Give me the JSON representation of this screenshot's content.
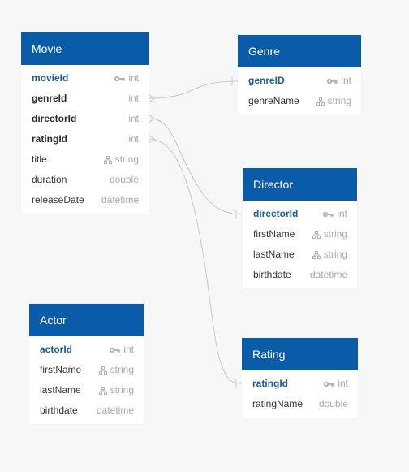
{
  "tables": {
    "movie": {
      "title": "Movie",
      "columns": [
        {
          "name": "movieId",
          "type": "int",
          "icon": "key-icon"
        },
        {
          "name": "genreId",
          "type": "int",
          "icon": ""
        },
        {
          "name": "directorId",
          "type": "int",
          "icon": ""
        },
        {
          "name": "ratingId",
          "type": "int",
          "icon": ""
        },
        {
          "name": "title",
          "type": "string",
          "icon": "hierarchy-icon"
        },
        {
          "name": "duration",
          "type": "double",
          "icon": ""
        },
        {
          "name": "releaseDate",
          "type": "datetime",
          "icon": ""
        }
      ]
    },
    "genre": {
      "title": "Genre",
      "columns": [
        {
          "name": "genreID",
          "type": "int",
          "icon": "key-icon"
        },
        {
          "name": "genreName",
          "type": "string",
          "icon": "hierarchy-icon"
        }
      ]
    },
    "director": {
      "title": "Director",
      "columns": [
        {
          "name": "directorId",
          "type": "int",
          "icon": "key-icon"
        },
        {
          "name": "firstName",
          "type": "string",
          "icon": "hierarchy-icon"
        },
        {
          "name": "lastName",
          "type": "string",
          "icon": "hierarchy-icon"
        },
        {
          "name": "birthdate",
          "type": "datetime",
          "icon": ""
        }
      ]
    },
    "actor": {
      "title": "Actor",
      "columns": [
        {
          "name": "actorId",
          "type": "int",
          "icon": "key-icon"
        },
        {
          "name": "firstName",
          "type": "string",
          "icon": "hierarchy-icon"
        },
        {
          "name": "lastName",
          "type": "string",
          "icon": "hierarchy-icon"
        },
        {
          "name": "birthdate",
          "type": "datetime",
          "icon": ""
        }
      ]
    },
    "rating": {
      "title": "Rating",
      "columns": [
        {
          "name": "ratingId",
          "type": "int",
          "icon": "key-icon"
        },
        {
          "name": "ratingName",
          "type": "double",
          "icon": ""
        }
      ]
    }
  },
  "relationships": [
    {
      "from": "Movie.genreId",
      "to": "Genre.genreID"
    },
    {
      "from": "Movie.directorId",
      "to": "Director.directorId"
    },
    {
      "from": "Movie.ratingId",
      "to": "Rating.ratingId"
    }
  ],
  "colors": {
    "header": "#0b5ca8",
    "primary_key_text": "#1c5d93",
    "connector": "#c8c8c8",
    "canvas": "#f7f7f8"
  }
}
